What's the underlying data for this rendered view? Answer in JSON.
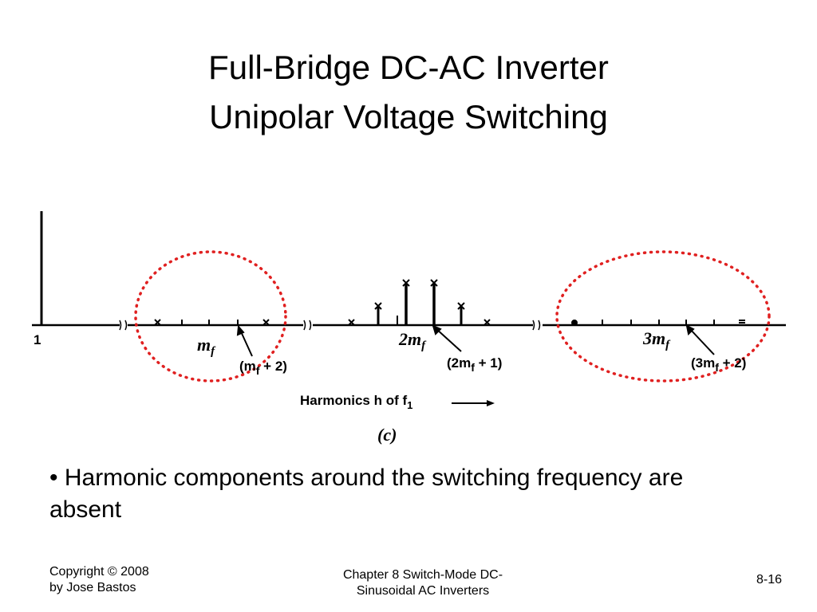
{
  "slide": {
    "title_line1": "Full-Bridge DC-AC Inverter",
    "title_line2": "Unipolar Voltage Switching",
    "bullet": "• Harmonic components around the switching frequency are absent",
    "footer_copyright_line1": "Copyright © 2008",
    "footer_copyright_line2": "by Jose Bastos",
    "footer_chapter_line1": "Chapter 8 Switch-Mode DC-",
    "footer_chapter_line2": "Sinusoidal AC Inverters",
    "page_number": "8-16"
  },
  "figure": {
    "axis_label_1": "1",
    "label_mf": "m",
    "label_mf_sub": "f",
    "label_2mf": "2m",
    "label_2mf_sub": "f",
    "label_3mf": "3m",
    "label_3mf_sub": "f",
    "label_mf_plus_2": "(m",
    "label_mf_plus_2_tail": " + 2)",
    "label_2mf_plus_1": "(2m",
    "label_2mf_plus_1_tail": " + 1)",
    "label_3mf_plus_2": "(3m",
    "label_3mf_plus_2_tail": " + 2)",
    "label_sub_f": "f",
    "axis_caption": "Harmonics h of f",
    "axis_caption_sub": "1",
    "figure_tag": "(c)",
    "highlight_color": "#e02020"
  }
}
